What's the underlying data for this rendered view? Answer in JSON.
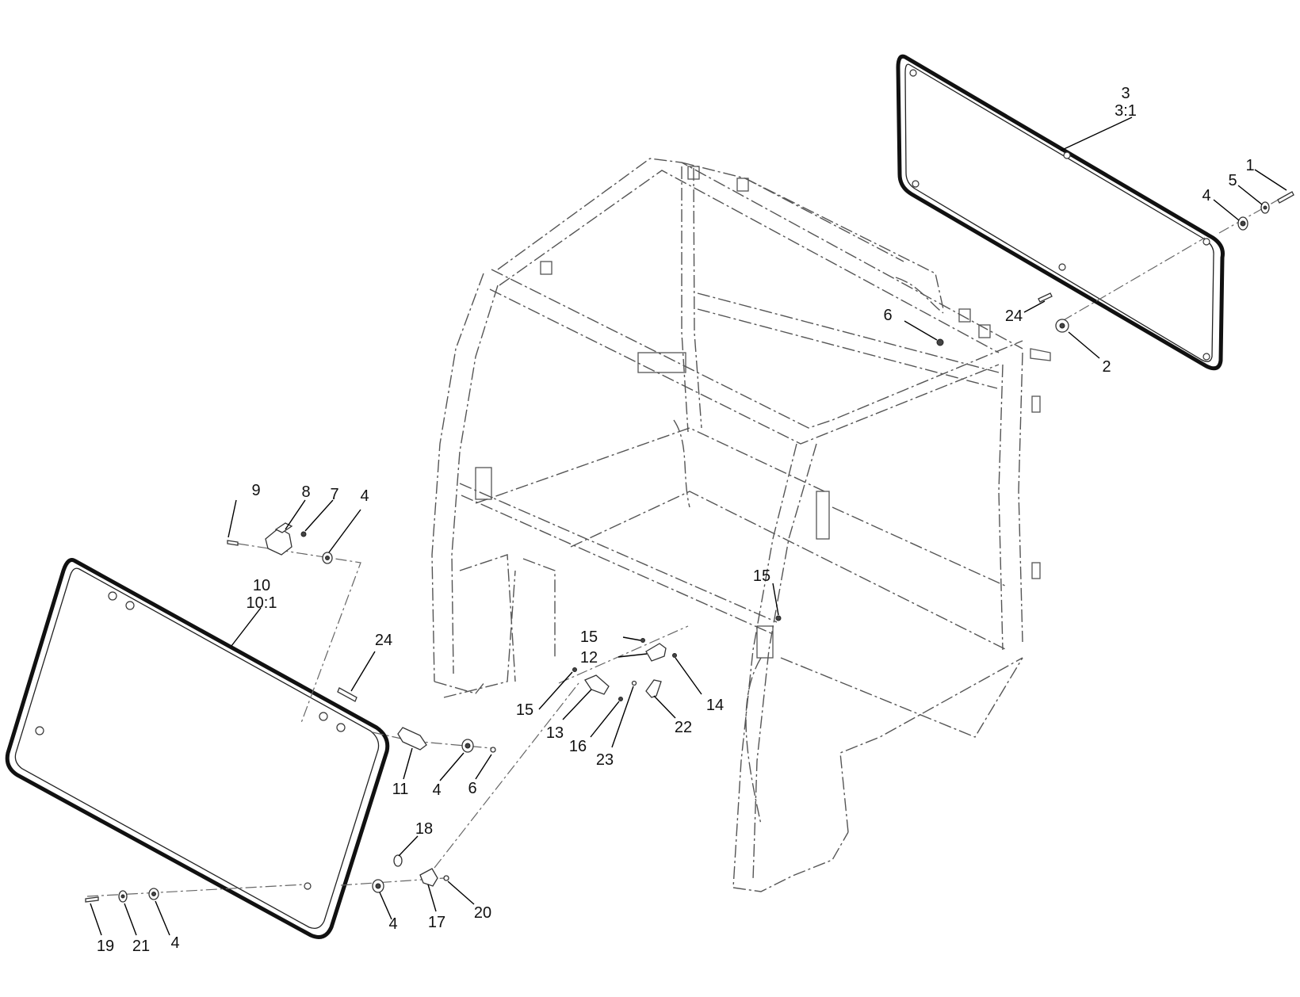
{
  "diagram": {
    "callouts": [
      {
        "id": "rear-window",
        "lines": [
          "3",
          "3:1"
        ]
      },
      {
        "id": "front-window",
        "lines": [
          "10",
          "10:1"
        ]
      },
      {
        "id": "bolt-rear",
        "lines": [
          "1"
        ]
      },
      {
        "id": "washer-5",
        "lines": [
          "5"
        ]
      },
      {
        "id": "grommet-4-rear",
        "lines": [
          "4"
        ]
      },
      {
        "id": "spacer-2",
        "lines": [
          "2"
        ]
      },
      {
        "id": "pin-24-rear",
        "lines": [
          "24"
        ]
      },
      {
        "id": "nut-6-rear",
        "lines": [
          "6"
        ]
      },
      {
        "id": "screw-9",
        "lines": [
          "9"
        ]
      },
      {
        "id": "hinge-8",
        "lines": [
          "8"
        ]
      },
      {
        "id": "nut-7",
        "lines": [
          "7"
        ]
      },
      {
        "id": "grommet-4-top",
        "lines": [
          "4"
        ]
      },
      {
        "id": "pin-24-front",
        "lines": [
          "24"
        ]
      },
      {
        "id": "hinge-11",
        "lines": [
          "11"
        ]
      },
      {
        "id": "grommet-4-mid",
        "lines": [
          "4"
        ]
      },
      {
        "id": "nut-6-front",
        "lines": [
          "6"
        ]
      },
      {
        "id": "screw-15-upper",
        "lines": [
          "15"
        ]
      },
      {
        "id": "screw-15-mid",
        "lines": [
          "15"
        ]
      },
      {
        "id": "latch-12",
        "lines": [
          "12"
        ]
      },
      {
        "id": "pin-14",
        "lines": [
          "14"
        ]
      },
      {
        "id": "screw-15-lower",
        "lines": [
          "15"
        ]
      },
      {
        "id": "latch-13",
        "lines": [
          "13"
        ]
      },
      {
        "id": "spring-16",
        "lines": [
          "16"
        ]
      },
      {
        "id": "screw-23",
        "lines": [
          "23"
        ]
      },
      {
        "id": "bracket-22",
        "lines": [
          "22"
        ]
      },
      {
        "id": "ring-18",
        "lines": [
          "18"
        ]
      },
      {
        "id": "handle-17",
        "lines": [
          "17"
        ]
      },
      {
        "id": "nut-20",
        "lines": [
          "20"
        ]
      },
      {
        "id": "grommet-4-low",
        "lines": [
          "4"
        ]
      },
      {
        "id": "bolt-19",
        "lines": [
          "19"
        ]
      },
      {
        "id": "washer-21",
        "lines": [
          "21"
        ]
      },
      {
        "id": "grommet-4-left",
        "lines": [
          "4"
        ]
      }
    ]
  }
}
